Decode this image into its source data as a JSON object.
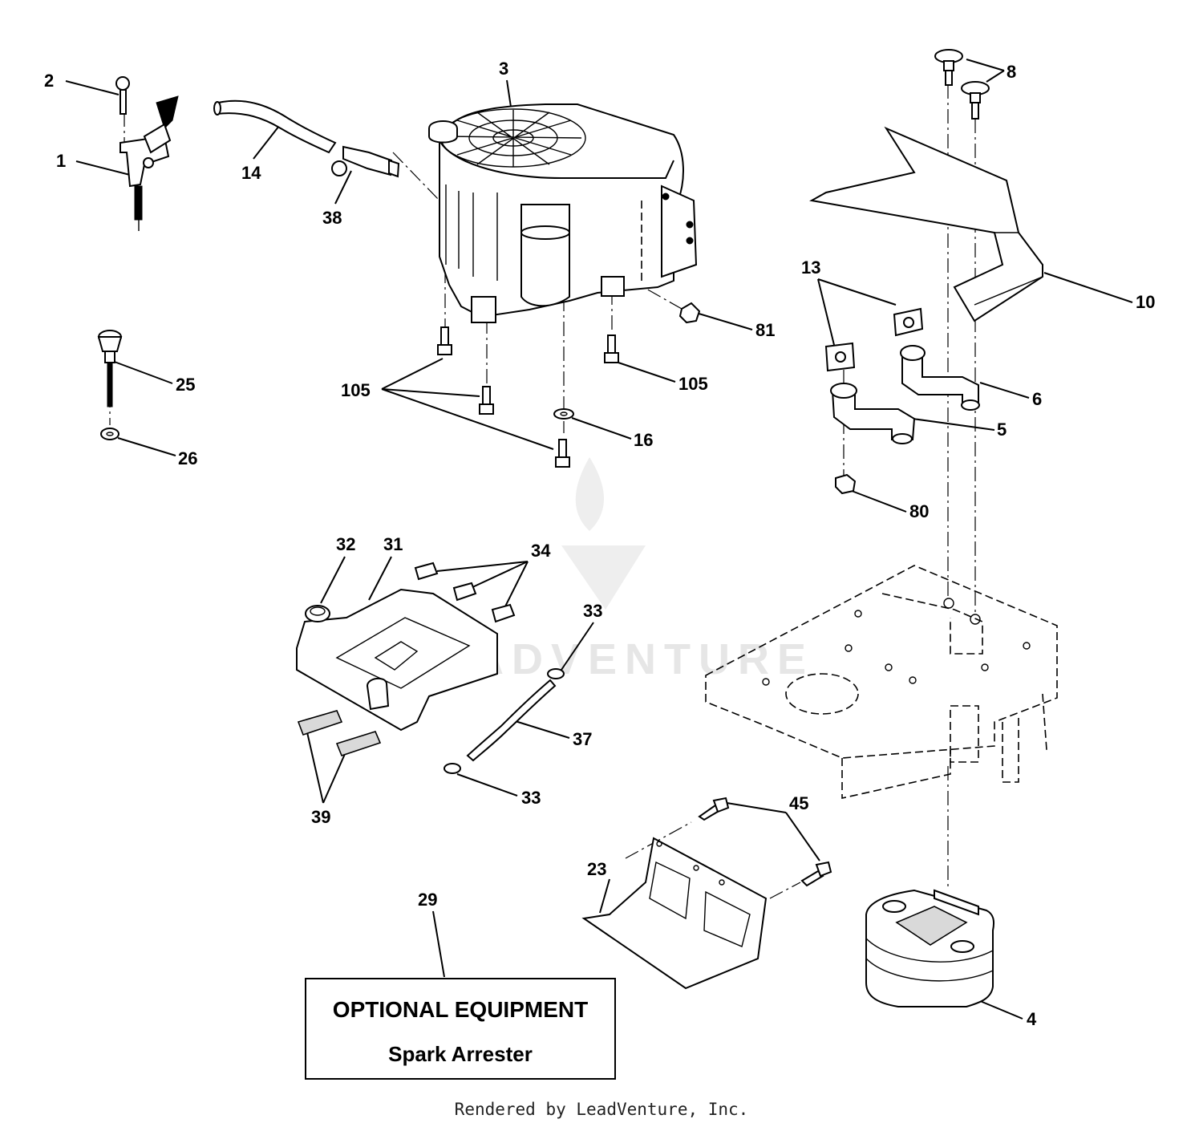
{
  "callouts": {
    "c1": "1",
    "c2": "2",
    "c3": "3",
    "c4": "4",
    "c5": "5",
    "c6": "6",
    "c8": "8",
    "c10": "10",
    "c13": "13",
    "c14": "14",
    "c16": "16",
    "c23": "23",
    "c25": "25",
    "c26": "26",
    "c29": "29",
    "c31": "31",
    "c32": "32",
    "c33a": "33",
    "c33b": "33",
    "c34": "34",
    "c37": "37",
    "c38": "38",
    "c39": "39",
    "c45": "45",
    "c80": "80",
    "c81": "81",
    "c105a": "105",
    "c105b": "105"
  },
  "watermark": "LEADVENTURE",
  "optional_box": {
    "title": "OPTIONAL EQUIPMENT",
    "subtitle": "Spark Arrester"
  },
  "credit": "Rendered by LeadVenture, Inc."
}
